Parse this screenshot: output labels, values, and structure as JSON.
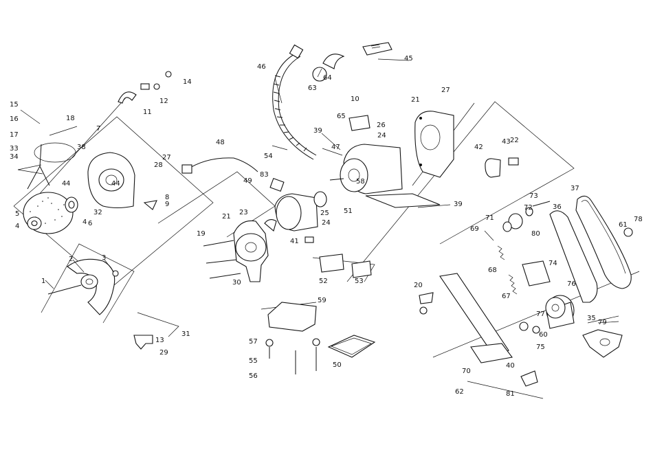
{
  "diagram": {
    "type": "exploded-parts-view",
    "callouts": [
      "1",
      "2",
      "3",
      "4",
      "4",
      "4",
      "4",
      "5",
      "6",
      "7",
      "8",
      "9",
      "10",
      "11",
      "12",
      "13",
      "14",
      "15",
      "16",
      "17",
      "18",
      "19",
      "20",
      "21",
      "21",
      "22",
      "23",
      "24",
      "24",
      "25",
      "26",
      "27",
      "27",
      "28",
      "29",
      "30",
      "31",
      "32",
      "33",
      "34",
      "36",
      "37",
      "38",
      "39",
      "39",
      "40",
      "41",
      "42",
      "43",
      "44",
      "45",
      "46",
      "47",
      "48",
      "49",
      "50",
      "51",
      "52",
      "53",
      "54",
      "55",
      "56",
      "57",
      "58",
      "59",
      "61",
      "62",
      "63",
      "64",
      "65",
      "67",
      "68",
      "69",
      "70",
      "71",
      "72",
      "73",
      "74",
      "75",
      "76",
      "77",
      "78",
      "79",
      "80",
      "81",
      "83",
      "35",
      "60"
    ]
  }
}
